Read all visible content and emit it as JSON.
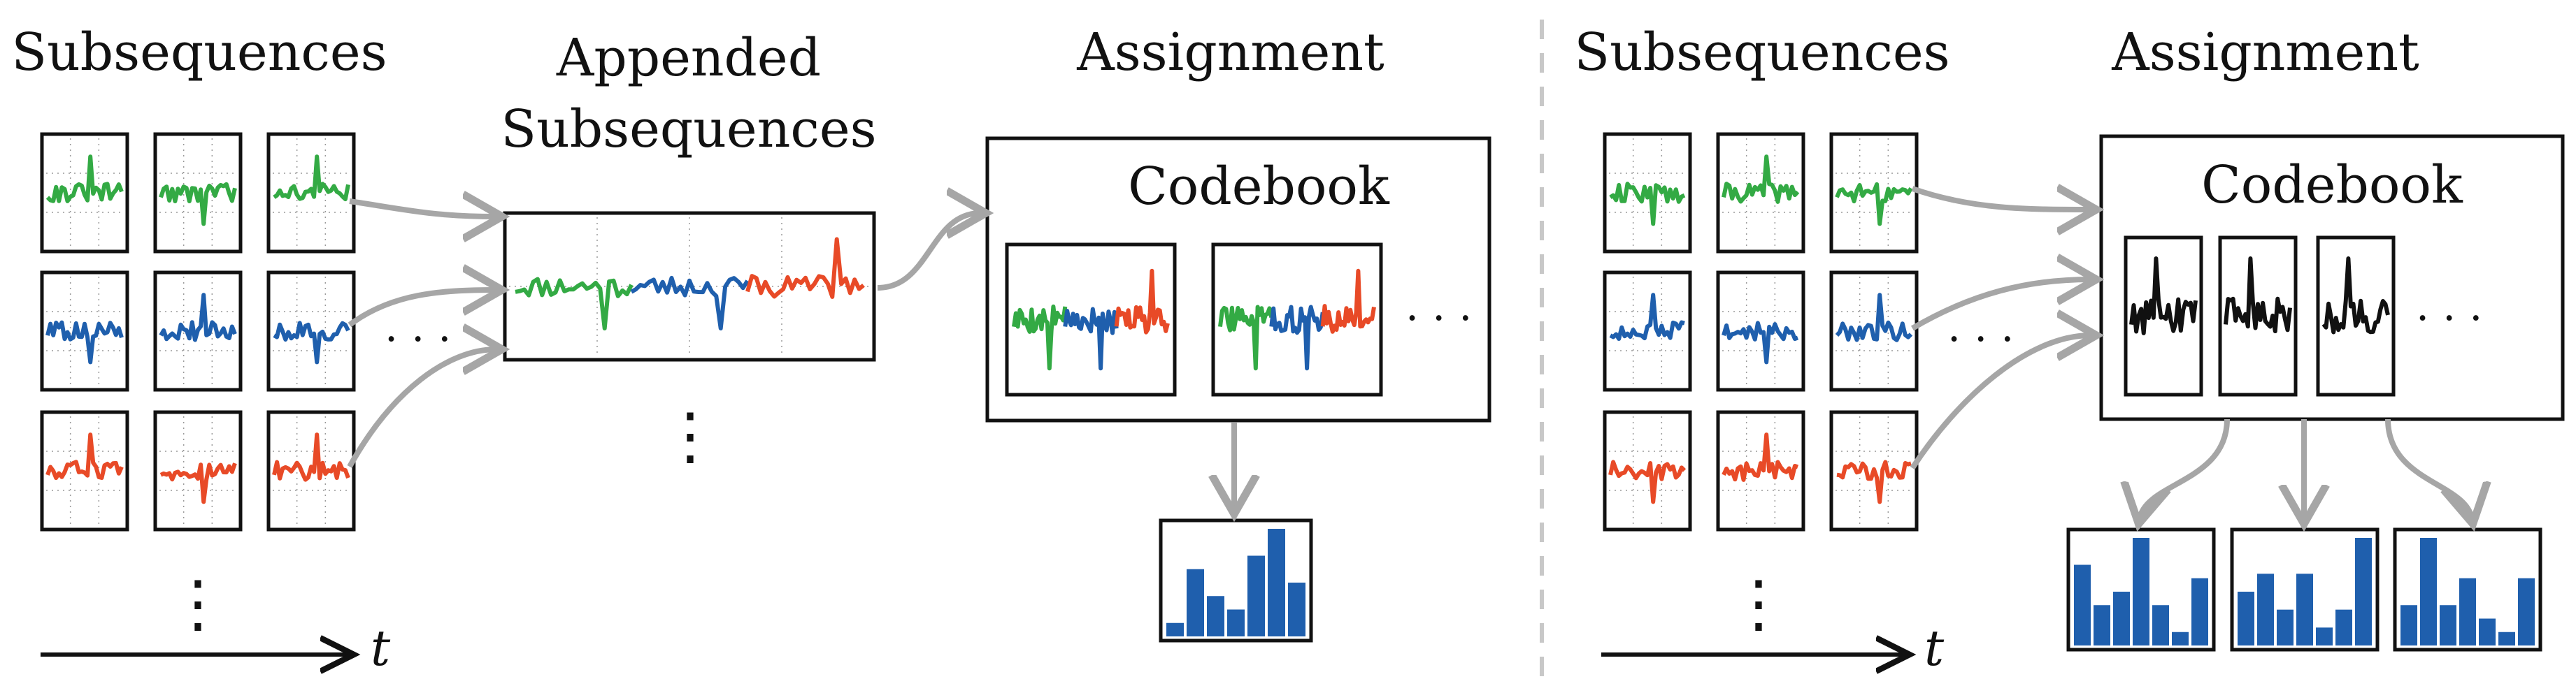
{
  "colors": {
    "green": "#33aa44",
    "blue": "#1f5fad",
    "red": "#e84a27",
    "black": "#111111",
    "arrow": "#a6a6a6",
    "grid": "#9a9a9a",
    "bar": "#1f5fad",
    "divider": "#c8c8c8"
  },
  "left": {
    "title_subsequences": "Subsequences",
    "title_appended_line1": "Appended",
    "title_appended_line2": "Subsequences",
    "title_assignment": "Assignment",
    "codebook_label": "Codebook",
    "time_label": "t",
    "histogram": [
      1,
      5,
      3,
      2,
      6,
      8,
      4
    ]
  },
  "right": {
    "title_subsequences": "Subsequences",
    "title_assignment": "Assignment",
    "codebook_label": "Codebook",
    "time_label": "t",
    "histograms": [
      [
        6,
        3,
        4,
        8,
        3,
        1,
        5
      ],
      [
        3,
        4,
        2,
        4,
        1,
        2,
        6
      ],
      [
        3,
        8,
        3,
        5,
        2,
        1,
        5
      ]
    ]
  },
  "ellipsis_h": ". . .",
  "ellipsis_v": "⋮"
}
